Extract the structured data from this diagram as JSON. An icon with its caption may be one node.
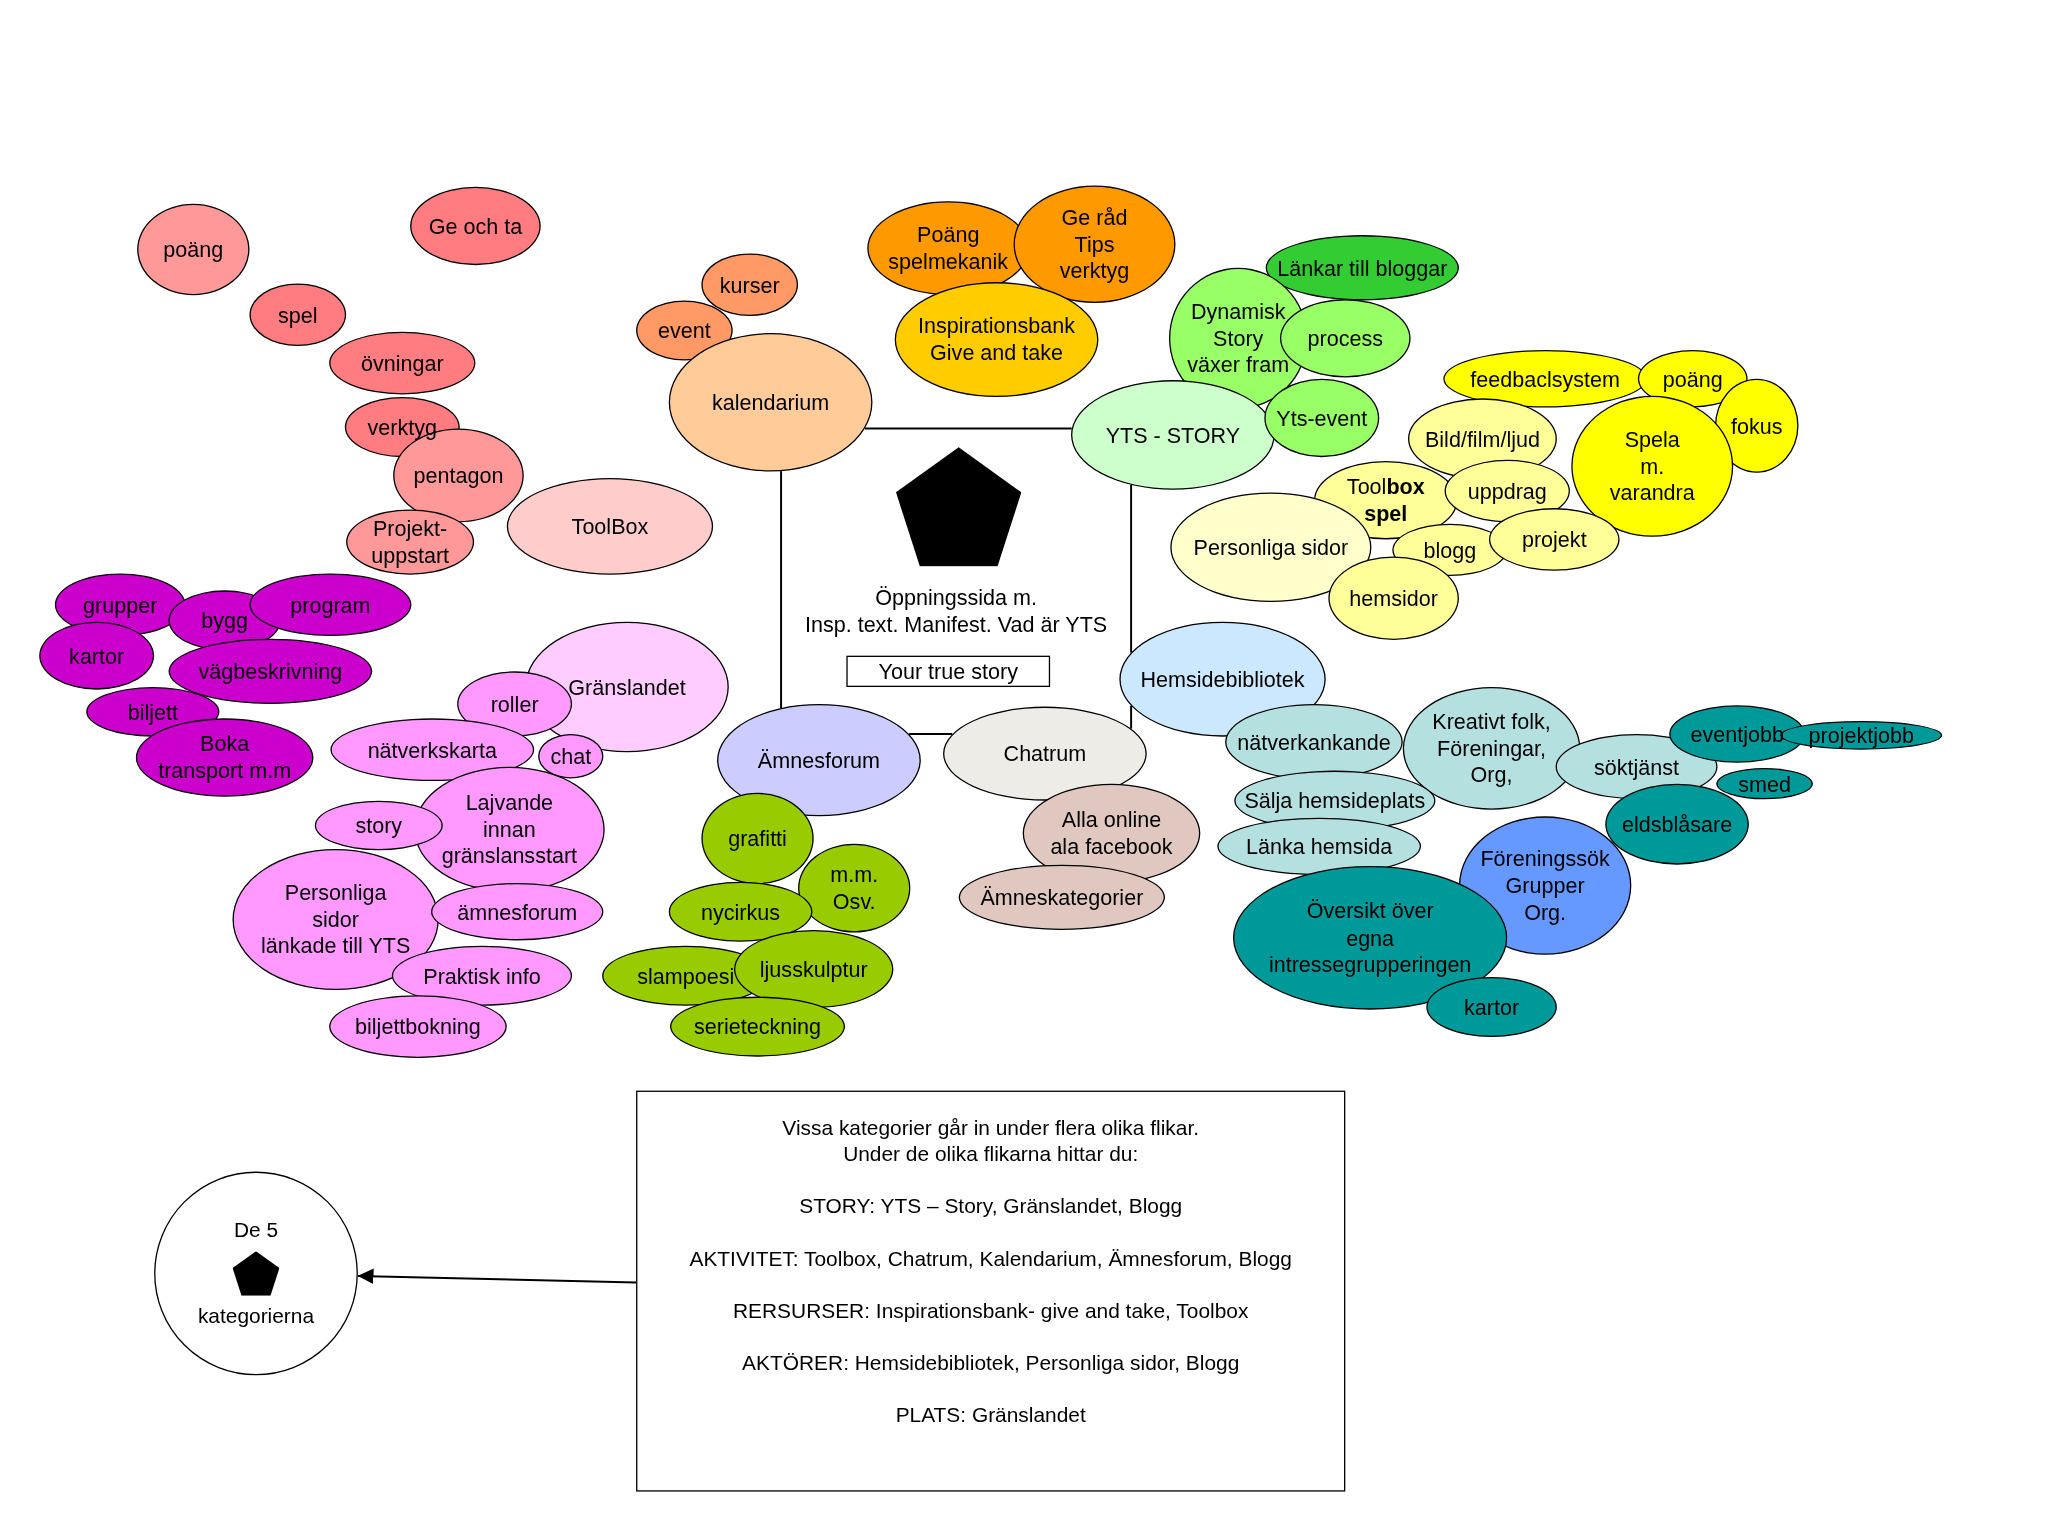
{
  "diagram": {
    "nodes": [
      {
        "text": [
          "poäng"
        ]
      },
      {
        "text": [
          "Ge och ta"
        ]
      },
      {
        "text": [
          "spel"
        ]
      },
      {
        "text": [
          "övningar"
        ]
      },
      {
        "text": [
          "verktyg"
        ]
      },
      {
        "text": [
          "pentagon"
        ]
      },
      {
        "text": [
          "Projekt- uppstart"
        ]
      },
      {
        "text": [
          "ToolBox"
        ]
      },
      {
        "text": [
          "kurser"
        ]
      },
      {
        "text": [
          "event"
        ]
      },
      {
        "text": [
          "kalendarium"
        ]
      },
      {
        "text": [
          "Poäng spelmekanik"
        ]
      },
      {
        "text": [
          "Ge råd Tips verktyg"
        ]
      },
      {
        "text": [
          "Inspirationsbank Give and take"
        ]
      },
      {
        "text": [
          "Länkar till bloggar"
        ]
      },
      {
        "text": [
          "Dynamisk Story växer fram"
        ]
      },
      {
        "text": [
          "process"
        ]
      },
      {
        "text": [
          "YTS - STORY"
        ]
      },
      {
        "text": [
          "Yts-event"
        ]
      },
      {
        "text": [
          "feedbaclsystem"
        ]
      },
      {
        "text": [
          "poäng"
        ]
      },
      {
        "text": [
          "fokus"
        ]
      },
      {
        "text": [
          "Bild/film/ljud"
        ]
      },
      {
        "text": [
          "Spela m. varandra"
        ]
      },
      {
        "text": [
          "Tool**box** **spel**"
        ]
      },
      {
        "text": [
          "uppdrag"
        ]
      },
      {
        "text": [
          "Personliga sidor"
        ]
      },
      {
        "text": [
          "blogg"
        ]
      },
      {
        "text": [
          "projekt"
        ]
      },
      {
        "text": [
          "hemsidor"
        ]
      },
      {
        "text": [
          "Your true story"
        ]
      },
      {
        "text": [
          "Hemsidebibliotek"
        ]
      },
      {
        "text": [
          "nätverkankande"
        ]
      },
      {
        "text": [
          "Kreativt folk, Föreningar, Org,"
        ]
      },
      {
        "text": [
          "söktjänst"
        ]
      },
      {
        "text": [
          "eventjobb"
        ]
      },
      {
        "text": [
          "projektjobb"
        ]
      },
      {
        "text": [
          "smed"
        ]
      },
      {
        "text": [
          "Sälja hemsideplats"
        ]
      },
      {
        "text": [
          "eldsblåsare"
        ]
      },
      {
        "text": [
          "Länka hemsida"
        ]
      },
      {
        "text": [
          "Föreningssök Grupper Org."
        ]
      },
      {
        "text": [
          "Översikt över egna intressegrupperingen"
        ]
      },
      {
        "text": [
          "kartor"
        ]
      },
      {
        "text": [
          "grupper"
        ]
      },
      {
        "text": [
          "bygg"
        ]
      },
      {
        "text": [
          "program"
        ]
      },
      {
        "text": [
          "kartor"
        ]
      },
      {
        "text": [
          "vägbeskrivning"
        ]
      },
      {
        "text": [
          "biljett"
        ]
      },
      {
        "text": [
          "Boka transport m.m"
        ]
      },
      {
        "text": [
          "Gränslandet"
        ]
      },
      {
        "text": [
          "roller"
        ]
      },
      {
        "text": [
          "nätverkskarta"
        ]
      },
      {
        "text": [
          "chat"
        ]
      },
      {
        "text": [
          "Lajvande innan gränslansstart"
        ]
      },
      {
        "text": [
          "story"
        ]
      },
      {
        "text": [
          "Personliga sidor länkade till YTS"
        ]
      },
      {
        "text": [
          "ämnesforum"
        ]
      },
      {
        "text": [
          "Praktisk info"
        ]
      },
      {
        "text": [
          "biljettbokning"
        ]
      },
      {
        "text": [
          "Ämnesforum"
        ]
      },
      {
        "text": [
          "Chatrum"
        ]
      },
      {
        "text": [
          "Alla online ala facebook"
        ]
      },
      {
        "text": [
          "Ämneskategorier"
        ]
      },
      {
        "text": [
          "grafitti"
        ]
      },
      {
        "text": [
          "m.m. Osv."
        ]
      },
      {
        "text": [
          "nycirkus"
        ]
      },
      {
        "text": [
          "slampoesi"
        ]
      },
      {
        "text": [
          "ljusskulptur"
        ]
      },
      {
        "text": [
          "serieteckning"
        ]
      },
      {
        "text": [
          "Vissa kategorier går in under flera olika flikar. Under de olika flikarna hittar du:",
          "STORY: YTS – Story, Gränslandet, Blogg",
          "AKTIVITET: Toolbox, Chatrum, Kalendarium, Ämnesforum, Blogg",
          "RERSURSER: Inspirationsbank- give and take, Toolbox",
          "AKTÖRER: Hemsidebibliotek, Personliga sidor, Blogg",
          "PLATS: Gränslandet"
        ]
      },
      {
        "text": [
          "De 5",
          "kategorierna"
        ]
      }
    ],
    "edges": [
      {
        "from": 71,
        "to": 72,
        "arrow": "to"
      },
      {
        "from": 10,
        "to": 17,
        "arrow": "none"
      },
      {
        "from": 10,
        "to": 61,
        "arrow": "none"
      },
      {
        "from": 61,
        "to": 62,
        "arrow": "none"
      },
      {
        "from": 17,
        "to": 31,
        "arrow": "none"
      },
      {
        "from": 31,
        "to": 62,
        "arrow": "none"
      }
    ],
    "labels": [
      "Öppningssida m. Insp. text. Manifest. Vad är YTS"
    ]
  }
}
